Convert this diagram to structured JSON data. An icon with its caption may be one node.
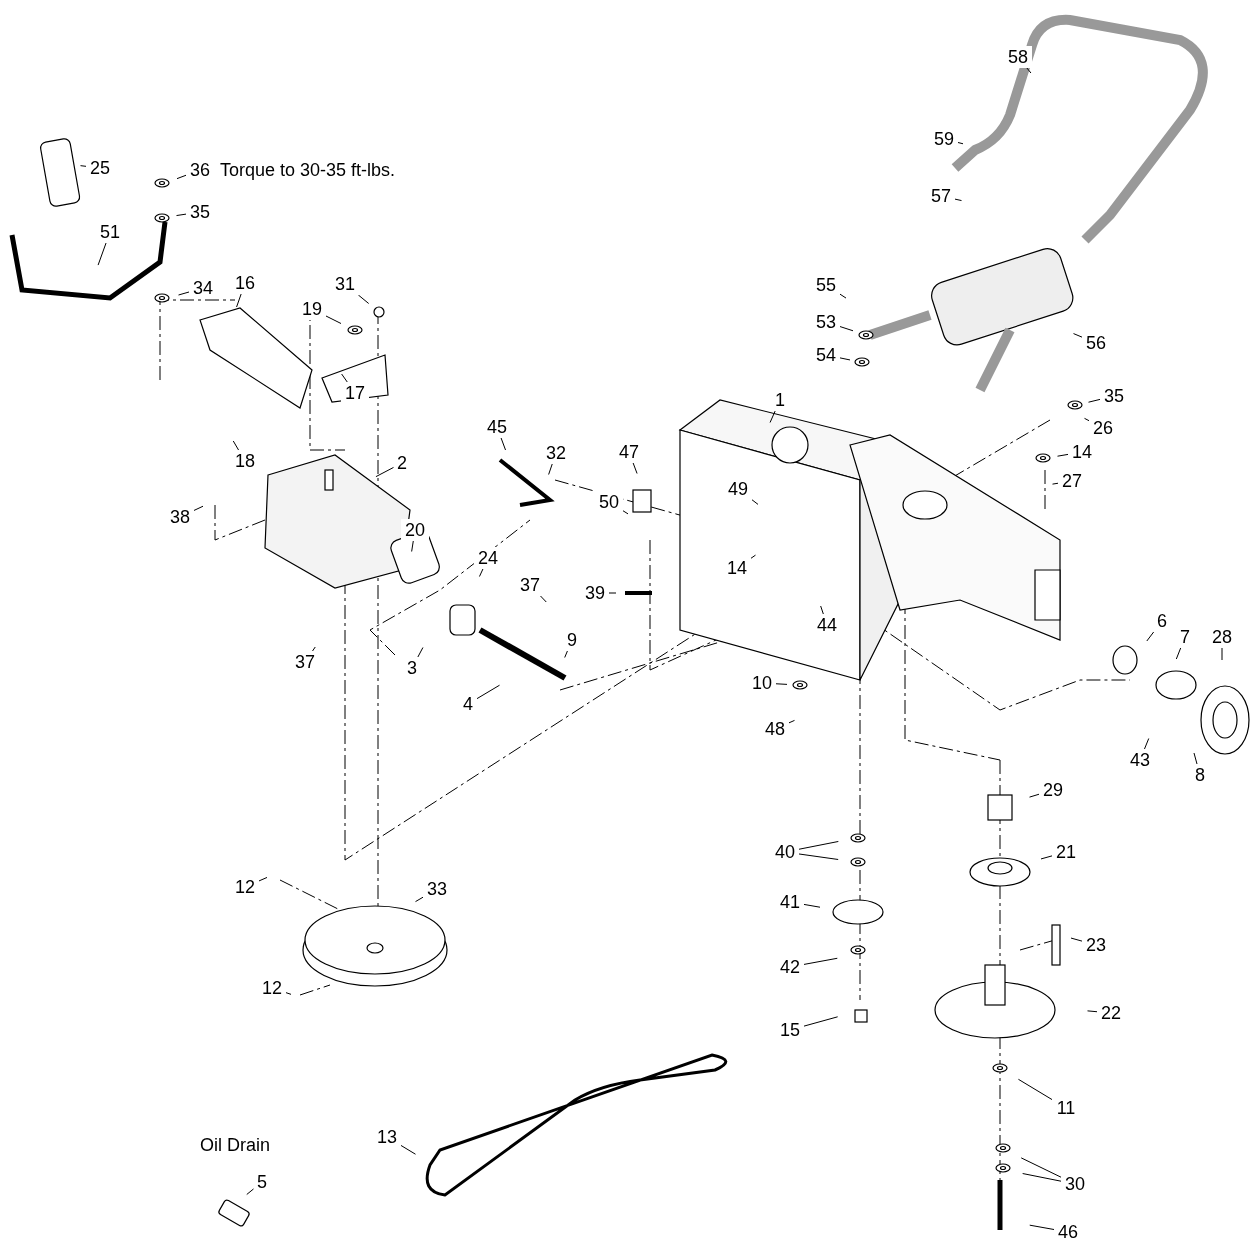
{
  "diagram": {
    "nodes": [
      {
        "text": [
          "58"
        ]
      },
      {
        "text": [
          "25"
        ]
      },
      {
        "text": [
          "36"
        ],
        "beside": [
          "Torque to 30-35 ft-lbs."
        ]
      },
      {
        "text": [
          "59"
        ]
      },
      {
        "text": [
          "57"
        ]
      },
      {
        "text": [
          "35"
        ]
      },
      {
        "text": [
          "51"
        ]
      },
      {
        "text": [
          "34"
        ]
      },
      {
        "text": [
          "16"
        ]
      },
      {
        "text": [
          "31"
        ]
      },
      {
        "text": [
          "55"
        ]
      },
      {
        "text": [
          "19"
        ]
      },
      {
        "text": [
          "53"
        ]
      },
      {
        "text": [
          "56"
        ]
      },
      {
        "text": [
          "54"
        ]
      },
      {
        "text": [
          "17"
        ]
      },
      {
        "text": [
          "1"
        ]
      },
      {
        "text": [
          "35"
        ]
      },
      {
        "text": [
          "45"
        ]
      },
      {
        "text": [
          "26"
        ]
      },
      {
        "text": [
          "32"
        ]
      },
      {
        "text": [
          "47"
        ]
      },
      {
        "text": [
          "14"
        ]
      },
      {
        "text": [
          "2"
        ]
      },
      {
        "text": [
          "18"
        ]
      },
      {
        "text": [
          "27"
        ]
      },
      {
        "text": [
          "49"
        ]
      },
      {
        "text": [
          "38"
        ]
      },
      {
        "text": [
          "50"
        ]
      },
      {
        "text": [
          "20"
        ]
      },
      {
        "text": [
          "24"
        ]
      },
      {
        "text": [
          "14"
        ]
      },
      {
        "text": [
          "37"
        ]
      },
      {
        "text": [
          "39"
        ]
      },
      {
        "text": [
          "44"
        ]
      },
      {
        "text": [
          "9"
        ]
      },
      {
        "text": [
          "6"
        ]
      },
      {
        "text": [
          "7"
        ]
      },
      {
        "text": [
          "28"
        ]
      },
      {
        "text": [
          "37"
        ]
      },
      {
        "text": [
          "3"
        ]
      },
      {
        "text": [
          "4"
        ]
      },
      {
        "text": [
          "10"
        ]
      },
      {
        "text": [
          "48"
        ]
      },
      {
        "text": [
          "43"
        ]
      },
      {
        "text": [
          "8"
        ]
      },
      {
        "text": [
          "29"
        ]
      },
      {
        "text": [
          "40"
        ]
      },
      {
        "text": [
          "21"
        ]
      },
      {
        "text": [
          "41"
        ]
      },
      {
        "text": [
          "12"
        ]
      },
      {
        "text": [
          "33"
        ]
      },
      {
        "text": [
          "23"
        ]
      },
      {
        "text": [
          "42"
        ]
      },
      {
        "text": [
          "22"
        ]
      },
      {
        "text": [
          "12"
        ]
      },
      {
        "text": [
          "15"
        ]
      },
      {
        "text": [
          "11"
        ]
      },
      {
        "text": [
          "13"
        ]
      },
      {
        "text": [
          "5"
        ]
      },
      {
        "text": [
          "30"
        ]
      },
      {
        "text": [
          "46"
        ]
      }
    ],
    "edges": [
      {
        "from": 0,
        "to": null,
        "arrow": "none"
      },
      {
        "from": 1,
        "to": null,
        "arrow": "none"
      },
      {
        "from": 2,
        "to": null,
        "arrow": "none"
      },
      {
        "from": 3,
        "to": null,
        "arrow": "none"
      },
      {
        "from": 4,
        "to": null,
        "arrow": "none"
      },
      {
        "from": 5,
        "to": null,
        "arrow": "none"
      },
      {
        "from": 6,
        "to": null,
        "arrow": "none"
      },
      {
        "from": 7,
        "to": null,
        "arrow": "none"
      },
      {
        "from": 8,
        "to": null,
        "arrow": "none"
      },
      {
        "from": 9,
        "to": null,
        "arrow": "none"
      },
      {
        "from": 10,
        "to": null,
        "arrow": "none"
      },
      {
        "from": 11,
        "to": null,
        "arrow": "none"
      },
      {
        "from": 12,
        "to": null,
        "arrow": "none"
      },
      {
        "from": 13,
        "to": null,
        "arrow": "none"
      },
      {
        "from": 14,
        "to": null,
        "arrow": "none"
      },
      {
        "from": 15,
        "to": null,
        "arrow": "none"
      },
      {
        "from": 16,
        "to": null,
        "arrow": "none"
      },
      {
        "from": 17,
        "to": null,
        "arrow": "none"
      },
      {
        "from": 18,
        "to": null,
        "arrow": "none"
      },
      {
        "from": 19,
        "to": null,
        "arrow": "none"
      },
      {
        "from": 20,
        "to": null,
        "arrow": "none"
      },
      {
        "from": 21,
        "to": null,
        "arrow": "none"
      },
      {
        "from": 22,
        "to": null,
        "arrow": "none"
      },
      {
        "from": 23,
        "to": null,
        "arrow": "none"
      },
      {
        "from": 24,
        "to": null,
        "arrow": "none"
      },
      {
        "from": 25,
        "to": null,
        "arrow": "none"
      },
      {
        "from": 26,
        "to": null,
        "arrow": "none"
      },
      {
        "from": 27,
        "to": null,
        "arrow": "none"
      },
      {
        "from": 28,
        "to": null,
        "arrow": "none"
      },
      {
        "from": 29,
        "to": null,
        "arrow": "none"
      },
      {
        "from": 30,
        "to": null,
        "arrow": "none"
      },
      {
        "from": 31,
        "to": null,
        "arrow": "none"
      },
      {
        "from": 32,
        "to": null,
        "arrow": "none"
      },
      {
        "from": 33,
        "to": null,
        "arrow": "none"
      },
      {
        "from": 34,
        "to": null,
        "arrow": "none"
      },
      {
        "from": 35,
        "to": null,
        "arrow": "none"
      },
      {
        "from": 36,
        "to": null,
        "arrow": "none"
      },
      {
        "from": 37,
        "to": null,
        "arrow": "none"
      },
      {
        "from": 38,
        "to": null,
        "arrow": "none"
      },
      {
        "from": 39,
        "to": null,
        "arrow": "none"
      },
      {
        "from": 40,
        "to": null,
        "arrow": "none"
      },
      {
        "from": 41,
        "to": null,
        "arrow": "none"
      },
      {
        "from": 42,
        "to": null,
        "arrow": "none"
      },
      {
        "from": 43,
        "to": null,
        "arrow": "none"
      },
      {
        "from": 44,
        "to": null,
        "arrow": "none"
      },
      {
        "from": 45,
        "to": null,
        "arrow": "none"
      },
      {
        "from": 46,
        "to": null,
        "arrow": "none"
      },
      {
        "from": 47,
        "to": null,
        "arrow": "none"
      },
      {
        "from": 48,
        "to": null,
        "arrow": "none"
      },
      {
        "from": 49,
        "to": null,
        "arrow": "none"
      },
      {
        "from": 50,
        "to": null,
        "arrow": "none"
      },
      {
        "from": 51,
        "to": null,
        "arrow": "none"
      },
      {
        "from": 52,
        "to": null,
        "arrow": "none"
      },
      {
        "from": 53,
        "to": null,
        "arrow": "none"
      },
      {
        "from": 54,
        "to": null,
        "arrow": "none"
      },
      {
        "from": 55,
        "to": null,
        "arrow": "none"
      },
      {
        "from": 56,
        "to": null,
        "arrow": "none"
      },
      {
        "from": 57,
        "to": null,
        "arrow": "none"
      },
      {
        "from": 58,
        "to": null,
        "arrow": "none"
      },
      {
        "from": 59,
        "to": null,
        "arrow": "none"
      },
      {
        "from": 60,
        "to": null,
        "arrow": "none"
      },
      {
        "from": 61,
        "to": null,
        "arrow": "none"
      },
      {
        "from": 47,
        "to": null,
        "arrow": "none"
      },
      {
        "from": 60,
        "to": null,
        "arrow": "none"
      }
    ],
    "labels": [
      "Oil Drain"
    ]
  }
}
